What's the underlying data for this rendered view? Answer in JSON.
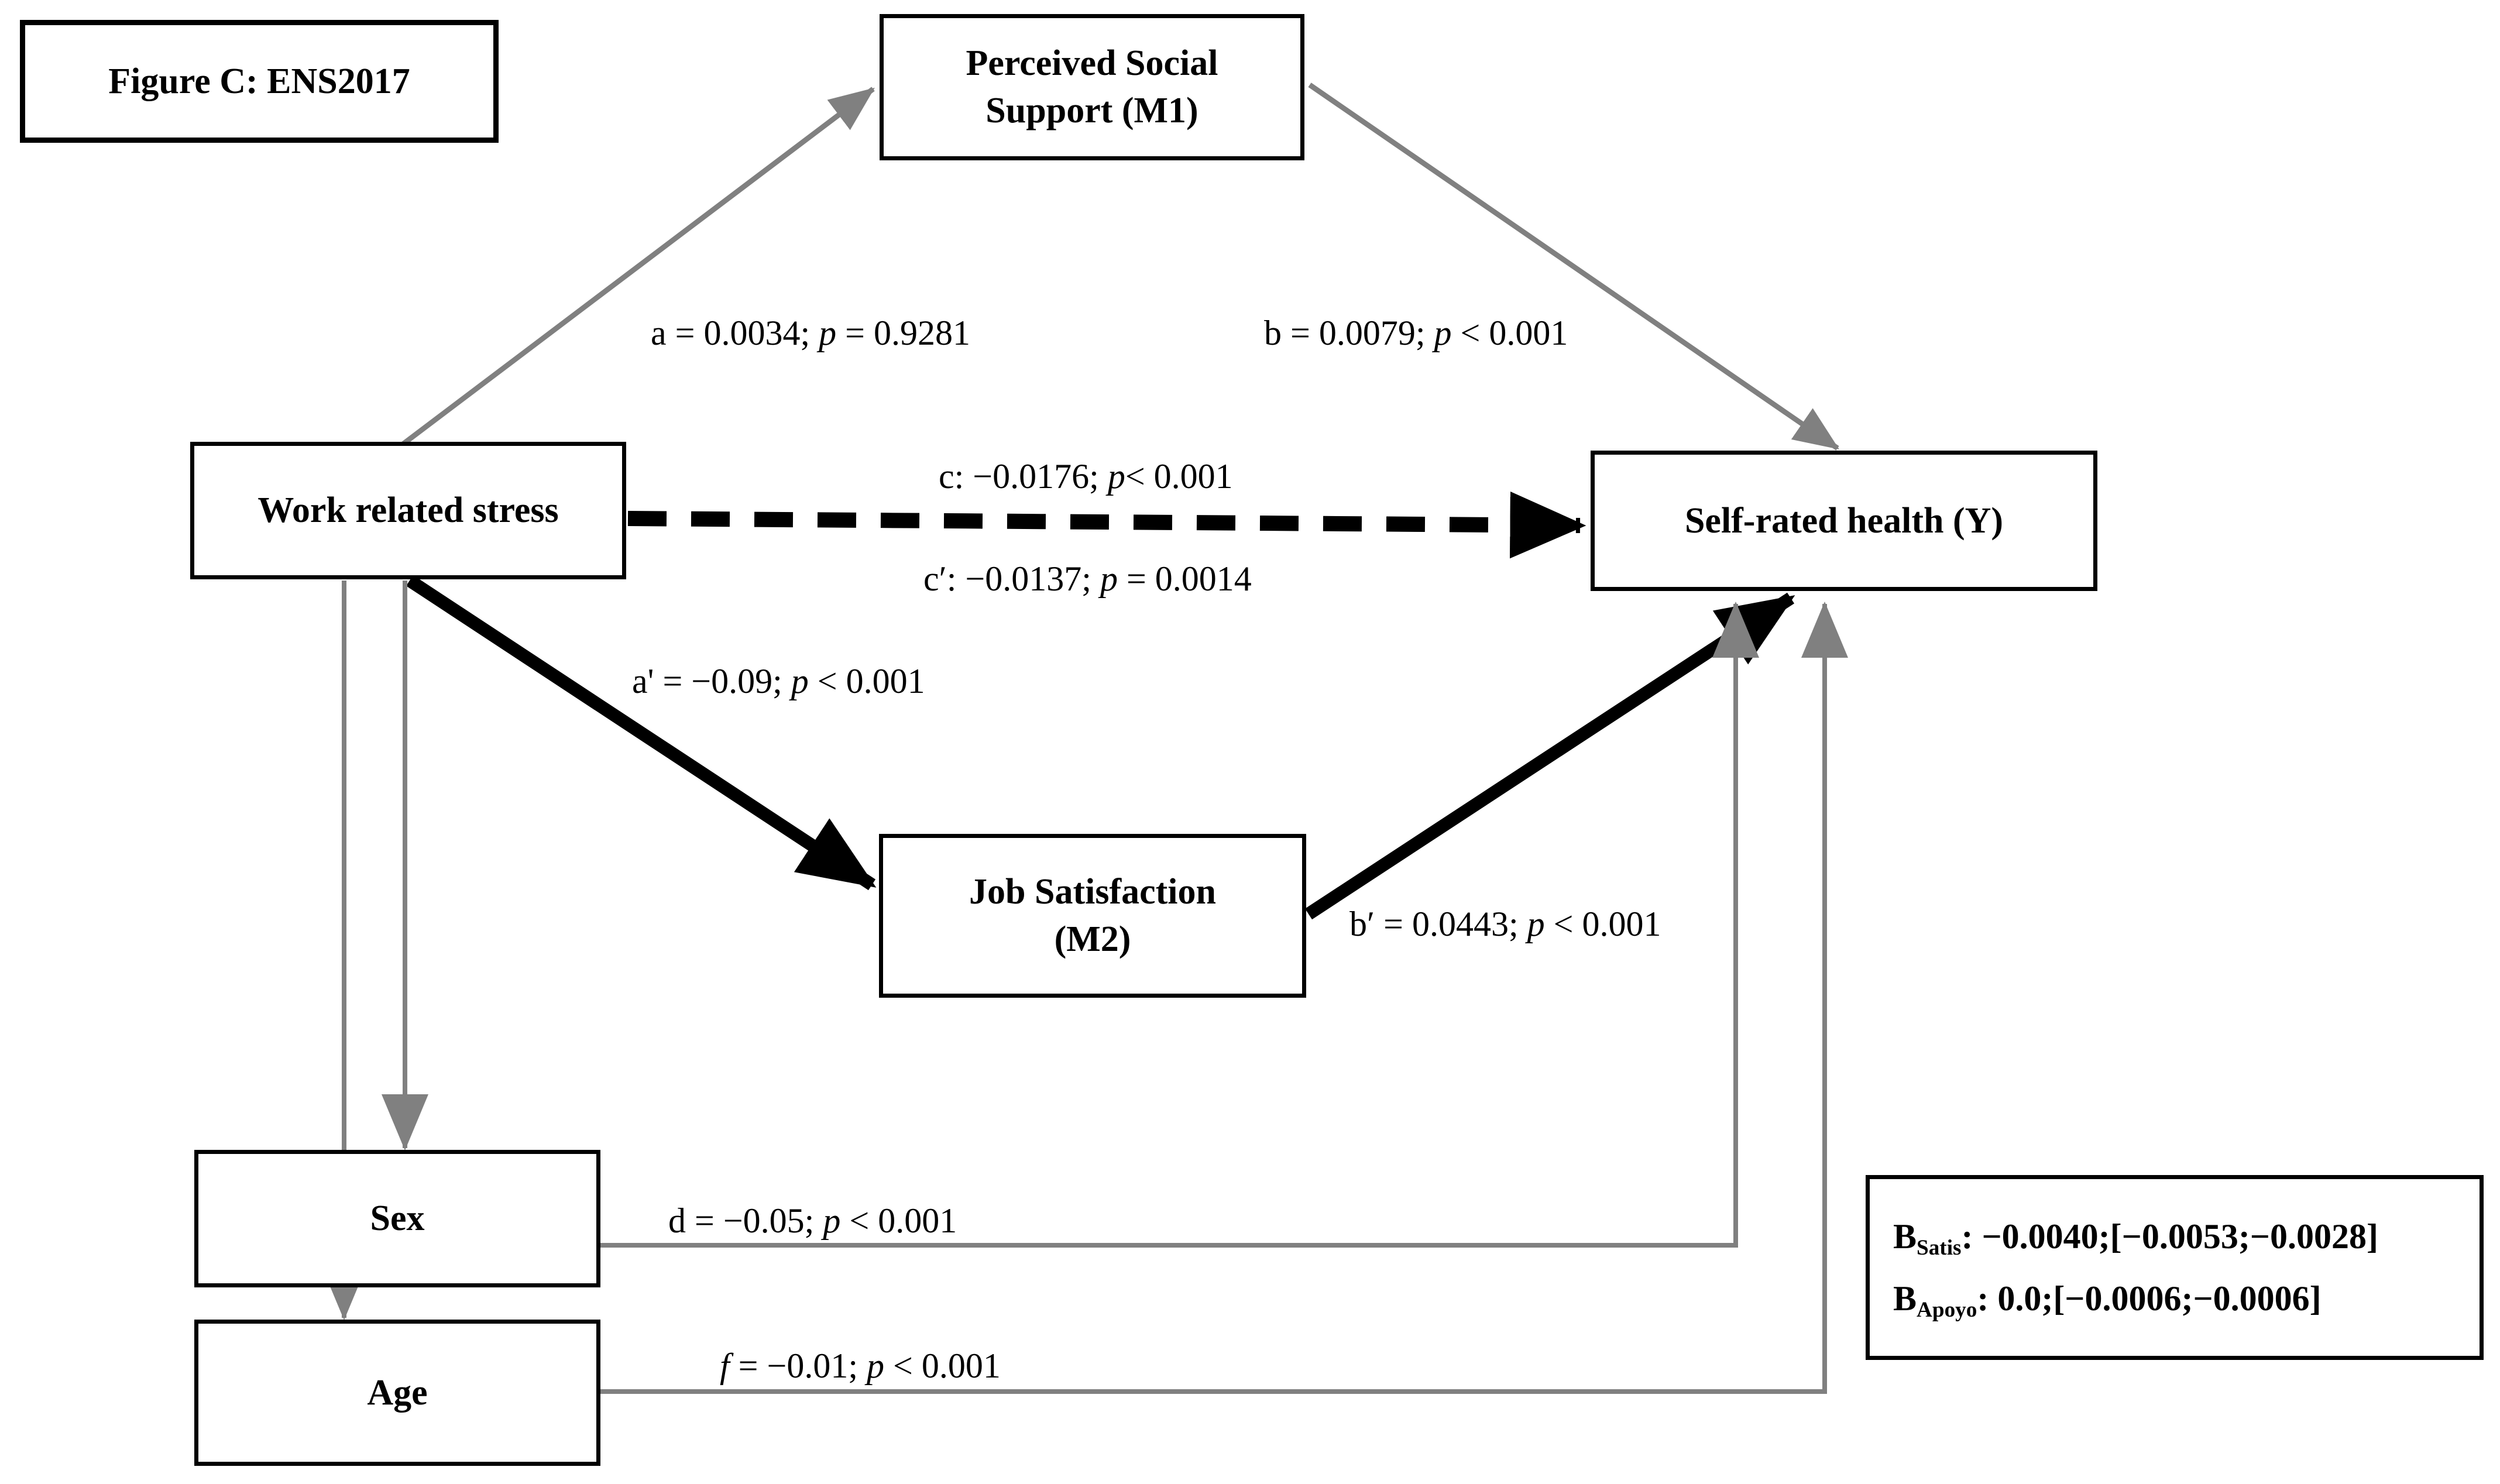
{
  "figure": {
    "title_label": "Figure C: ENS2017"
  },
  "nodes": {
    "stress": {
      "label": "Work related stress"
    },
    "support": {
      "line1": "Perceived Social",
      "line2": "Support (M1)"
    },
    "health": {
      "label": "Self-rated health (Y)"
    },
    "satisfaction": {
      "line1": "Job Satisfaction",
      "line2": "(M2)"
    },
    "sex": {
      "label": "Sex"
    },
    "age": {
      "label": "Age"
    }
  },
  "edges": {
    "a": {
      "coef": "a = 0.0034; ",
      "pvar": "p",
      "pval": " = 0.9281"
    },
    "b": {
      "coef": "b = 0.0079; ",
      "pvar": "p",
      "pval": " < 0.001"
    },
    "c": {
      "coef": "c: −0.0176; ",
      "pvar": "p",
      "pval": "< 0.001"
    },
    "c_prime": {
      "coef": "c′: −0.0137; ",
      "pvar": "p",
      "pval": " = 0.0014"
    },
    "a_prime": {
      "coef": "a' = −0.09; ",
      "pvar": "p",
      "pval": " < 0.001"
    },
    "b_prime": {
      "coef": "b′ = 0.0443; ",
      "pvar": "p",
      "pval": " < 0.001"
    },
    "d": {
      "coef": "d = −0.05; ",
      "pvar": "p",
      "pval": " < 0.001"
    },
    "f": {
      "coefital": "f",
      "coef": " = −0.01; ",
      "pvar": "p",
      "pval": " < 0.001"
    }
  },
  "legend": {
    "line1": {
      "symbol": "B",
      "subscript": "Satis",
      "value": ": −0.0040;[−0.0053;−0.0028]"
    },
    "line2": {
      "symbol": "B",
      "subscript": "Apoyo",
      "value": ": 0.0;[−0.0006;−0.0006]"
    }
  },
  "colors": {
    "covariate_edge": "#808080",
    "main_edge": "#000000",
    "box_border": "#000000",
    "background": "#ffffff"
  }
}
